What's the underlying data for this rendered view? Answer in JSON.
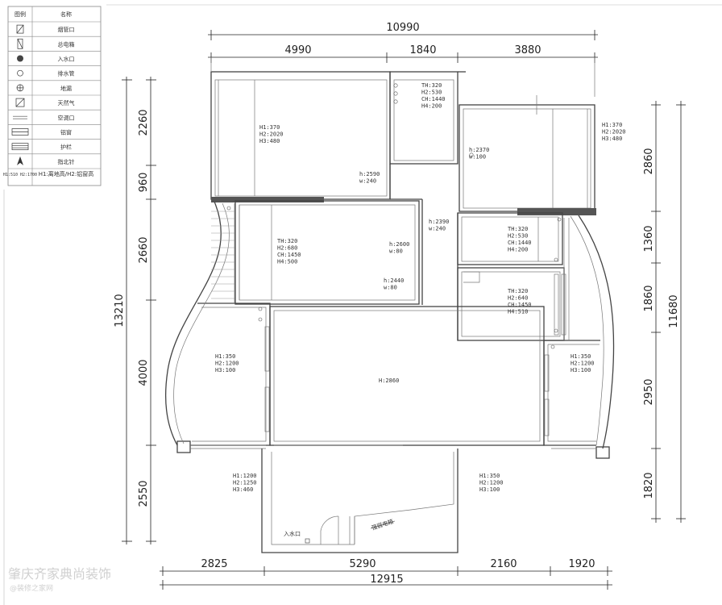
{
  "legend": {
    "header_icon": "图例",
    "header_name": "名称",
    "items": [
      {
        "icon": "chimney-outlet-icon",
        "label": "烟管口"
      },
      {
        "icon": "distribution-box-icon",
        "label": "总电箱"
      },
      {
        "icon": "water-inlet-icon",
        "label": "入水口"
      },
      {
        "icon": "drain-pipe-icon",
        "label": "排水管"
      },
      {
        "icon": "floor-drain-icon",
        "label": "地漏"
      },
      {
        "icon": "gas-icon",
        "label": "天然气"
      },
      {
        "icon": "ac-outlet-icon",
        "label": "空调口"
      },
      {
        "icon": "aluminum-window-icon",
        "label": "铝窗"
      },
      {
        "icon": "guardrail-icon",
        "label": "护栏"
      },
      {
        "icon": "north-arrow-icon",
        "label": "指北针"
      }
    ],
    "footer_icon": "H1:510 H2:1700",
    "footer_name": "H1:离地高/H2:铝窗高"
  },
  "dimensions": {
    "top_total": "10990",
    "top": [
      "4990",
      "1840",
      "3880"
    ],
    "bottom": [
      "2825",
      "5290",
      "2160",
      "1920"
    ],
    "bottom_total": "12915",
    "left_total": "13210",
    "left": [
      "2260",
      "960",
      "2660",
      "4000",
      "2550"
    ],
    "right": [
      "2860",
      "1360",
      "1860",
      "2950",
      "1820"
    ],
    "right_total": "11680"
  },
  "notes": {
    "bedroom1_window": [
      "H1:370",
      "H2:2020",
      "H3:480"
    ],
    "bath1": [
      "TH:320",
      "H2:530",
      "CH:1440",
      "H4:200"
    ],
    "bedroom2_window": [
      "H1:370",
      "H2:2020",
      "H3:480"
    ],
    "bedroom2_door": [
      "h:2370",
      "w:100"
    ],
    "bedroom1_door": [
      "h:2590",
      "w:240"
    ],
    "corridor_door": [
      "h:2390",
      "w:240"
    ],
    "study": [
      "TH:320",
      "H2:680",
      "CH:1450",
      "H4:500"
    ],
    "study_door1": [
      "h:2600",
      "w:80"
    ],
    "study_door2": [
      "h:2440",
      "w:80"
    ],
    "bath2": [
      "TH:320",
      "H2:530",
      "CH:1440",
      "H4:200"
    ],
    "bath3": [
      "TH:320",
      "H2:640",
      "CH:1450",
      "H4:510"
    ],
    "left_room": [
      "H1:350",
      "H2:1200",
      "H3:100"
    ],
    "right_room": [
      "H1:350",
      "H2:1200",
      "H3:100"
    ],
    "living": [
      "H:2860"
    ],
    "entry_left": [
      "H1:1200",
      "H2:1250",
      "H3:460"
    ],
    "entry_right": [
      "H1:350",
      "H2:1200",
      "H3:100"
    ],
    "water_inlet": "入水口",
    "elevator": "强弱电箱"
  },
  "watermark": {
    "line1": "肇庆齐家典尚装饰",
    "line2": "@装修之家网"
  }
}
